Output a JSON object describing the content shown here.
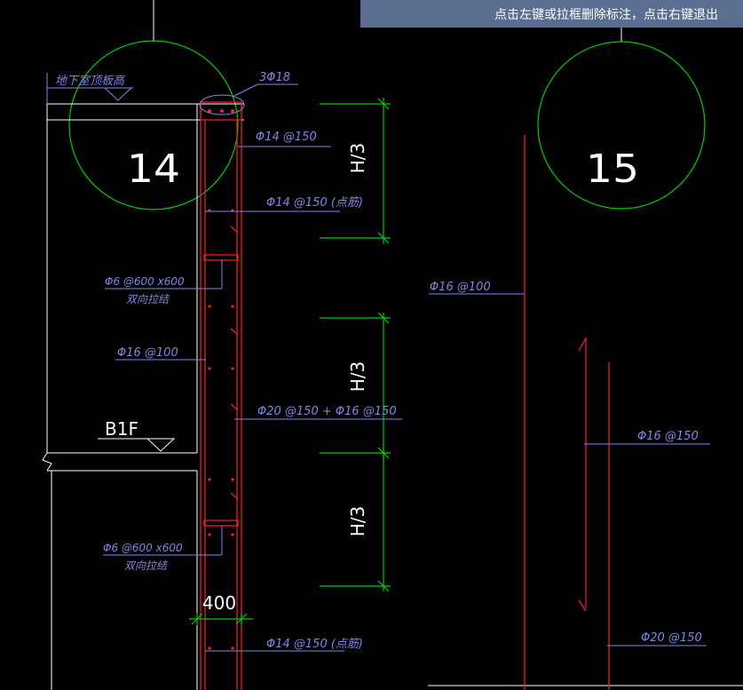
{
  "hint": "点击左键或拉框删除标注，点击右键退出",
  "axis_labels": {
    "left": "14",
    "right": "15"
  },
  "level_labels": {
    "basement_roof": "地下室顶板高",
    "b1f": "B1F"
  },
  "annotations": {
    "top_bars": "3Φ18",
    "outer_vertical": "Φ14 @150",
    "inner_vertical": "Φ14 @150 (点筋)",
    "tie_upper": "Φ6 @600 x600",
    "tie_upper_note": "双向拉结",
    "tie_lower": "Φ6 @600 x600",
    "tie_lower_note": "双向拉结",
    "left_wall": "Φ16 @100",
    "stirrup_mid": "Φ20 @150 + Φ16 @150",
    "bottom_inner": "Φ14 @150 (点筋)",
    "right_wall": "Φ16 @100",
    "right_mid": "Φ16 @150",
    "right_bottom": "Φ20 @150"
  },
  "dimensions": {
    "h3_top": "H/3",
    "h3_mid": "H/3",
    "h3_bottom": "H/3",
    "wall_thickness": "400"
  },
  "colors": {
    "background": "#000000",
    "banner": "#5a6e91",
    "axis_circle": "#00cc00",
    "rebar": "#ff2020",
    "leader": "#7f86e6",
    "outline": "#ffffff",
    "dimension": "#00cc00"
  }
}
